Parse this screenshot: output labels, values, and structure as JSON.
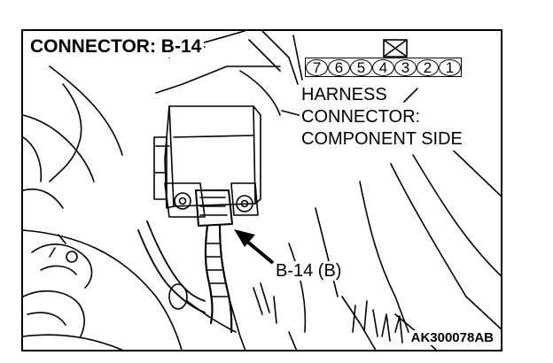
{
  "title": "CONNECTOR: B-14",
  "connector": {
    "pins": [
      "7",
      "6",
      "5",
      "4",
      "3",
      "2",
      "1"
    ],
    "harness_lines": [
      "HARNESS",
      "CONNECTOR:",
      "COMPONENT SIDE"
    ]
  },
  "callout": "B-14 (B)",
  "figure_code": "AK300078AB",
  "icons": [
    "connector-lock-tab-icon",
    "pointer-arrow-icon"
  ]
}
